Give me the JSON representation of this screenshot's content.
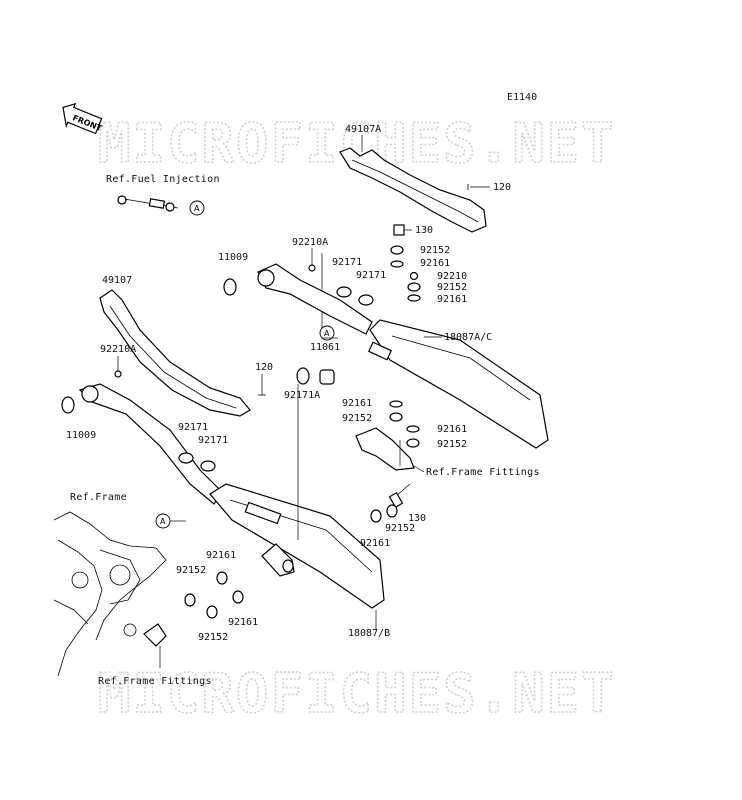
{
  "diagram_code": "E1140",
  "watermark": "MICROFICHES.NET",
  "front_tag": "FRONT",
  "callout_letter": "A",
  "refs": {
    "fuel_injection": "Ref.Fuel Injection",
    "frame": "Ref.Frame",
    "frame_fittings_right": "Ref.Frame Fittings",
    "frame_fittings_bottom": "Ref.Frame Fittings"
  },
  "parts": {
    "p49107A": "49107A",
    "p120_top": "120",
    "p130_top": "130",
    "p92152_a": "92152",
    "p92161_a": "92161",
    "p92210": "92210",
    "p92152_b": "92152",
    "p92161_b": "92161",
    "p18087AC": "18087A/C",
    "p92210A_top": "92210A",
    "p11009_top": "11009",
    "p92171_a": "92171",
    "p92171_b": "92171",
    "p11061": "11061",
    "p92171A": "92171A",
    "p120_mid": "120",
    "p92161_c": "92161",
    "p92152_c": "92152",
    "p92161_d": "92161",
    "p92152_d": "92152",
    "p49107": "49107",
    "p92210A_low": "92210A",
    "p11009_low": "11009",
    "p92171_c": "92171",
    "p92171_d": "92171",
    "p130_low": "130",
    "p92152_e": "92152",
    "p92161_e": "92161",
    "p92161_f": "92161",
    "p92152_f": "92152",
    "p92161_g": "92161",
    "p92152_g": "92152",
    "p18087B": "18087/B"
  }
}
